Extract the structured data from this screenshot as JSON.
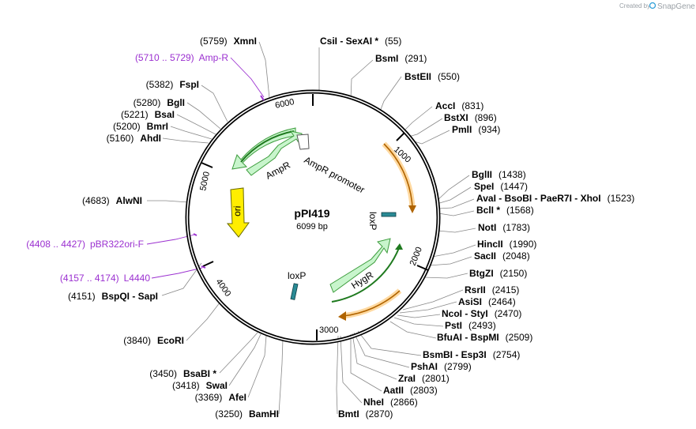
{
  "credit": {
    "created_by": "Created by",
    "brand": "SnapGene"
  },
  "plasmid": {
    "name": "pPI419",
    "size_label": "6099 bp",
    "length": 6099
  },
  "ticks": [
    "1000",
    "2000",
    "3000",
    "4000",
    "5000",
    "6000"
  ],
  "colors": {
    "feature_label": "#9b30d0",
    "arrow_fill": "#c8f5cc",
    "arrow_edge": "#3c9c3c",
    "orange": "#e68a00",
    "backbone": "#000000"
  },
  "features": [
    {
      "name": "AmpR",
      "type": "arrow"
    },
    {
      "name": "AmpR promoter",
      "type": "promoter"
    },
    {
      "name": "ori",
      "type": "arrow"
    },
    {
      "name": "HygR",
      "type": "arrow"
    },
    {
      "name": "loxP",
      "type": "site"
    },
    {
      "name": "loxP",
      "type": "site"
    }
  ],
  "left_sites": [
    {
      "pos": "(5759)",
      "name": "XmnI"
    },
    {
      "pos": "(5382)",
      "name": "FspI"
    },
    {
      "pos": "(5280)",
      "name": "BglI"
    },
    {
      "pos": "(5221)",
      "name": "BsaI"
    },
    {
      "pos": "(5200)",
      "name": "BmrI"
    },
    {
      "pos": "(5160)",
      "name": "AhdI"
    },
    {
      "pos": "(4683)",
      "name": "AlwNI"
    },
    {
      "pos": "(4151)",
      "name": "BspQI  - SapI"
    },
    {
      "pos": "(3840)",
      "name": "EcoRI"
    },
    {
      "pos": "(3450)",
      "name": "BsaBI *"
    },
    {
      "pos": "(3418)",
      "name": "SwaI"
    },
    {
      "pos": "(3369)",
      "name": "AfeI"
    },
    {
      "pos": "(3250)",
      "name": "BamHI"
    }
  ],
  "left_features": [
    {
      "range": "(5710 .. 5729)",
      "name": "Amp-R"
    },
    {
      "range": "(4408 .. 4427)",
      "name": "pBR322ori-F"
    },
    {
      "range": "(4157 .. 4174)",
      "name": "L4440"
    }
  ],
  "right_sites": [
    {
      "name": "CsiI  - SexAI *",
      "pos": "(55)"
    },
    {
      "name": "BsmI",
      "pos": "(291)"
    },
    {
      "name": "BstEII",
      "pos": "(550)"
    },
    {
      "name": "AccI",
      "pos": "(831)"
    },
    {
      "name": "BstXI",
      "pos": "(896)"
    },
    {
      "name": "PmlI",
      "pos": "(934)"
    },
    {
      "name": "BglII",
      "pos": "(1438)"
    },
    {
      "name": "SpeI",
      "pos": "(1447)"
    },
    {
      "name": "AvaI  - BsoBI  - PaeR7I  - XhoI",
      "pos": "(1523)"
    },
    {
      "name": "BclI *",
      "pos": "(1568)"
    },
    {
      "name": "NotI",
      "pos": "(1783)"
    },
    {
      "name": "HincII",
      "pos": "(1990)"
    },
    {
      "name": "SacII",
      "pos": "(2048)"
    },
    {
      "name": "BtgZI",
      "pos": "(2150)"
    },
    {
      "name": "RsrII",
      "pos": "(2415)"
    },
    {
      "name": "AsiSI",
      "pos": "(2464)"
    },
    {
      "name": "NcoI  - StyI",
      "pos": "(2470)"
    },
    {
      "name": "PstI",
      "pos": "(2493)"
    },
    {
      "name": "BfuAI  - BspMI",
      "pos": "(2509)"
    },
    {
      "name": "BsmBI  - Esp3I",
      "pos": "(2754)"
    },
    {
      "name": "PshAI",
      "pos": "(2799)"
    },
    {
      "name": "ZraI",
      "pos": "(2801)"
    },
    {
      "name": "AatII",
      "pos": "(2803)"
    },
    {
      "name": "NheI",
      "pos": "(2866)"
    },
    {
      "name": "BmtI",
      "pos": "(2870)"
    }
  ]
}
